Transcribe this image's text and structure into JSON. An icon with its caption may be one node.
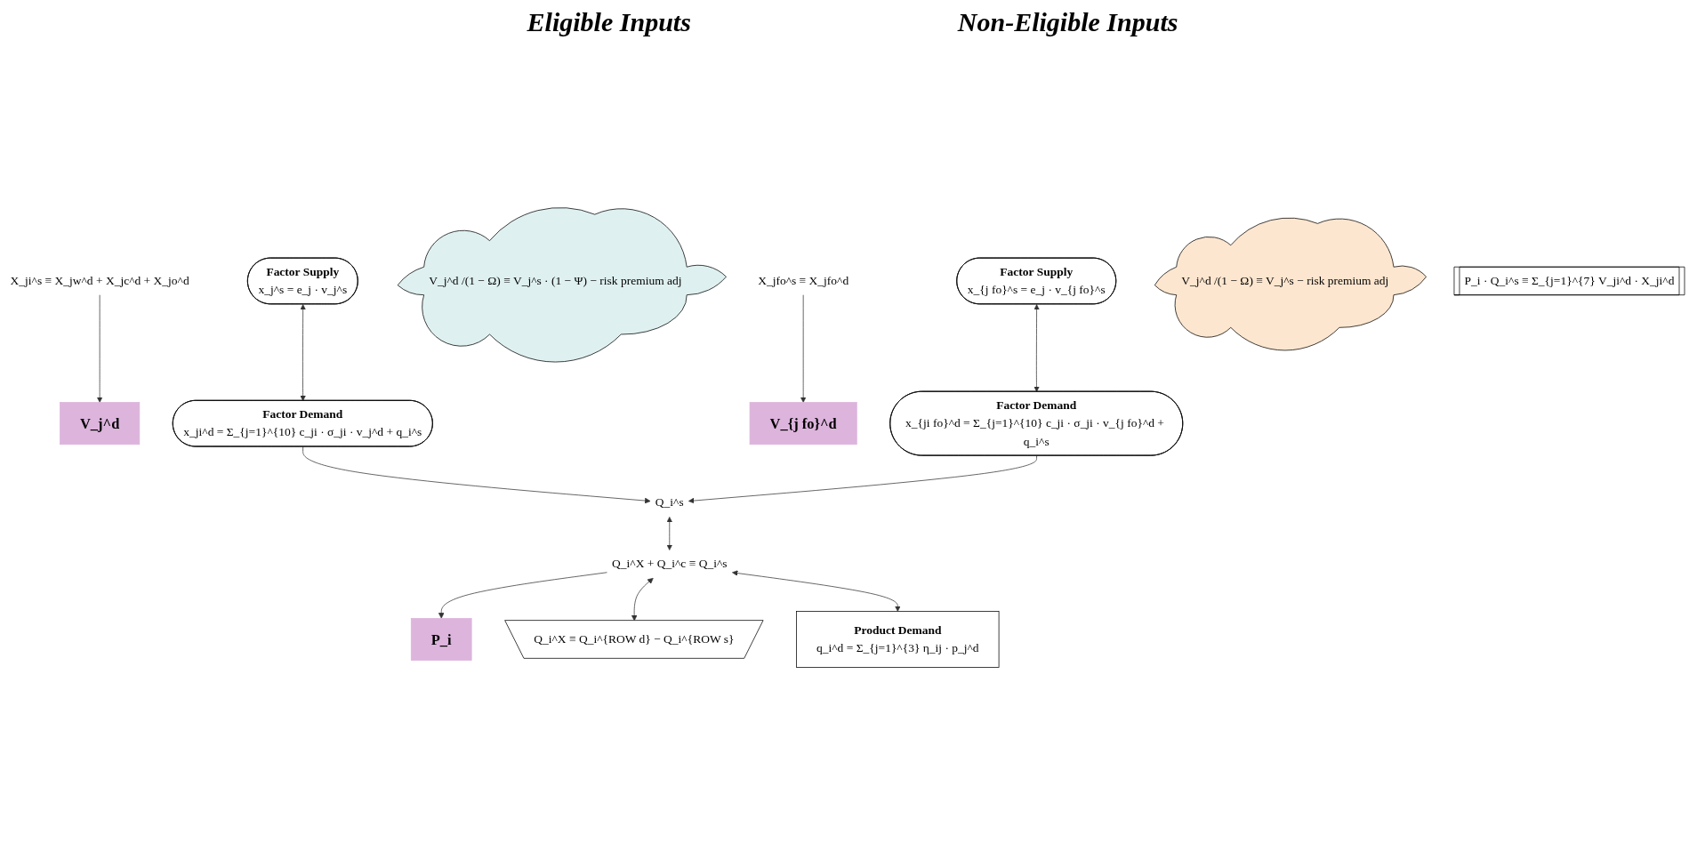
{
  "diagram": {
    "nodes": [
      {
        "text": [
          "Factor Supply",
          "x_j^s = e_j · v_j^s"
        ]
      },
      {
        "text": [
          "X_ji^s ≡ X_jw^d + X_jc^d + X_jo^d"
        ]
      },
      {
        "text": [
          "V_j^d"
        ]
      },
      {
        "text": [
          "Factor Demand",
          "x_ji^d = Σ_{j=1}^{10} c_ji · σ_ji · v_j^d + q_i^s"
        ]
      },
      {
        "text": [
          "V_j^d /(1 − Ω) ≡ V_j^s · (1 − Ψ) − risk premium adj"
        ]
      },
      {
        "text": [
          "Factor Supply",
          "x_{j fo}^s = e_j · v_{j fo}^s"
        ]
      },
      {
        "text": [
          "X_jfo^s ≡ X_jfo^d"
        ]
      },
      {
        "text": [
          "V_{j fo}^d"
        ]
      },
      {
        "text": [
          "Factor Demand",
          "x_{ji fo}^d = Σ_{j=1}^{10} c_ji · σ_ji · v_{j fo}^d + q_i^s"
        ]
      },
      {
        "text": [
          "V_j^d /(1 − Ω) ≡ V_j^s − risk premium adj"
        ]
      },
      {
        "text": [
          "Q_i^s"
        ]
      },
      {
        "text": [
          "P_i · Q_i^s ≡ Σ_{j=1}^{7} V_ji^d · X_ji^d"
        ]
      },
      {
        "text": [
          "Q_i^X + Q_i^c ≡ Q_i^s"
        ]
      },
      {
        "text": [
          "P_i"
        ]
      },
      {
        "text": [
          "Q_i^X ≡ Q_i^{ROW d} − Q_i^{ROW s}"
        ]
      },
      {
        "text": [
          "Product Demand",
          "q_i^d = Σ_{j=1}^{3} η_ij · p_j^d"
        ]
      }
    ],
    "edges": [
      {
        "from": 0,
        "to": 3,
        "arrow": "both"
      },
      {
        "from": 1,
        "to": 2,
        "arrow": "to"
      },
      {
        "from": 5,
        "to": 8,
        "arrow": "both"
      },
      {
        "from": 6,
        "to": 7,
        "arrow": "to"
      },
      {
        "from": 3,
        "to": 10,
        "arrow": "to"
      },
      {
        "from": 8,
        "to": 10,
        "arrow": "to"
      },
      {
        "from": 10,
        "to": 12,
        "arrow": "both"
      },
      {
        "from": 12,
        "to": 13,
        "arrow": "to"
      },
      {
        "from": 12,
        "to": 14,
        "arrow": "both"
      },
      {
        "from": 12,
        "to": 15,
        "arrow": "both"
      }
    ],
    "labels": [
      "Eligible Inputs",
      "Non-Eligible Inputs"
    ]
  }
}
